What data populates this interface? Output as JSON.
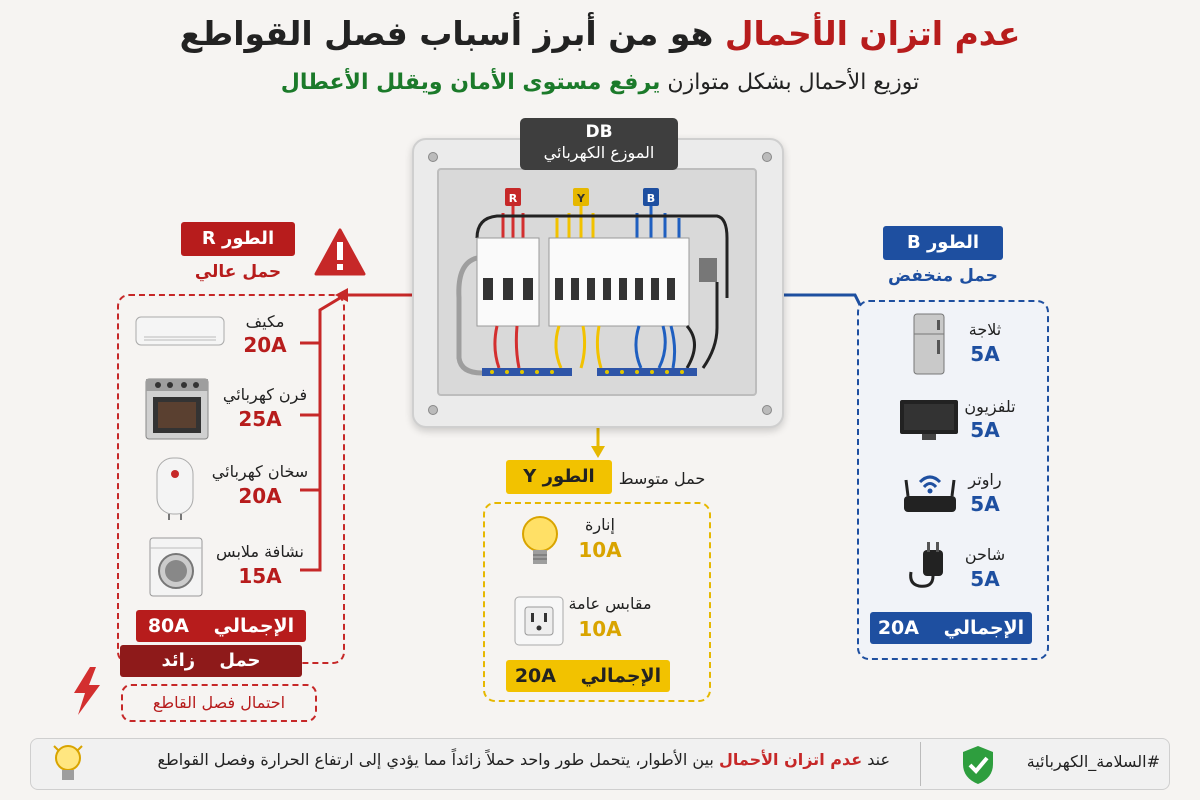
{
  "title": {
    "part1": "عدم اتزان الأحمال",
    "part2": " هو من أبرز أسباب فصل القواطع"
  },
  "subtitle": {
    "part1": "توزيع الأحمال بشكل متوازن ",
    "part2": "يرفع مستوى الأمان",
    "part3": " ويقلل الأعطال"
  },
  "db": {
    "line1": "DB",
    "line2": "الموزع الكهربائي",
    "bus_labels": [
      "R",
      "Y",
      "B"
    ]
  },
  "phase_r": {
    "tag": "الطور R",
    "load": "حمل عالي",
    "devices": [
      {
        "name": "مكيف",
        "amp": "20A",
        "icon": "air-conditioner-icon"
      },
      {
        "name": "فرن كهربائي",
        "amp": "25A",
        "icon": "oven-icon"
      },
      {
        "name": "سخان كهربائي",
        "amp": "20A",
        "icon": "water-heater-icon"
      },
      {
        "name": "نشافة ملابس",
        "amp": "15A",
        "icon": "clothes-dryer-icon"
      }
    ],
    "total_label": "الإجمالي",
    "total": "80A",
    "overload": "حمل زائد",
    "trip": "احتمال فصل القاطع",
    "color": "#b71c1c"
  },
  "phase_y": {
    "tag": "الطور Y",
    "load": "حمل متوسط",
    "devices": [
      {
        "name": "إنارة",
        "amp": "10A",
        "icon": "light-bulb-icon"
      },
      {
        "name": "مقابس عامة",
        "amp": "10A",
        "icon": "power-socket-icon"
      }
    ],
    "total_label": "الإجمالي",
    "total": "20A",
    "color": "#e6b800"
  },
  "phase_b": {
    "tag": "الطور B",
    "load": "حمل منخفض",
    "devices": [
      {
        "name": "ثلاجة",
        "amp": "5A",
        "icon": "fridge-icon"
      },
      {
        "name": "تلفزيون",
        "amp": "5A",
        "icon": "tv-icon"
      },
      {
        "name": "راوتر",
        "amp": "5A",
        "icon": "router-icon"
      },
      {
        "name": "شاحن",
        "amp": "5A",
        "icon": "charger-icon"
      }
    ],
    "total_label": "الإجمالي",
    "total": "20A",
    "color": "#1e4fa0"
  },
  "footer": {
    "text1": "عند ",
    "text2": "عدم اتزان الأحمال",
    "text3": " بين الأطوار، يتحمل طور واحد حملاً زائداً مما يؤدي إلى ارتفاع الحرارة وفصل القواطع",
    "hashtag": "#السلامة_الكهربائية"
  }
}
